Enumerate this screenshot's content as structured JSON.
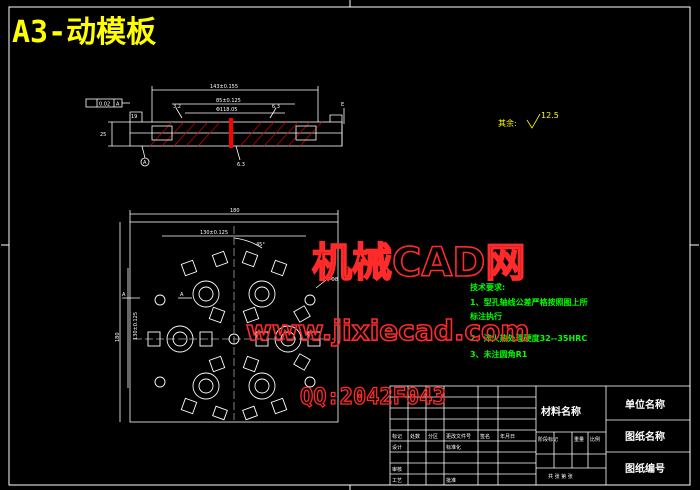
{
  "title": "A3-动模板",
  "top_view": {
    "dim_overall": "143±0.155",
    "dim_mid1": "85±0.125",
    "dim_mid2": "Φ118.05",
    "dim_left": "19",
    "dim_height": "25",
    "tol_box": "0.02",
    "datum": "A",
    "surface_mark": "6.3",
    "finish_left": "3.2",
    "finish_right": "6.3",
    "right_mark": "E"
  },
  "other_finish": {
    "label": "其余:",
    "value": "12.5"
  },
  "plan_view": {
    "width_dim": "180",
    "inner_dim": "130±0.125",
    "angle": "45°",
    "height_dim": "180",
    "inner_height_dim": "130±0.125",
    "hole_note": "4-Φ8",
    "section_mark": "A"
  },
  "notes": {
    "heading": "技术要求:",
    "items": [
      "1、型孔轴线公差严格按照图上所",
      "标注执行",
      "2、淬火热处理硬度32--35HRC",
      "3、未注圆角R1"
    ]
  },
  "watermark": {
    "brand": "机械CAD网",
    "site": "www.jixiecad.com",
    "qq": "QQ:2042F043"
  },
  "title_block": {
    "material_label": "材料名称",
    "company_label": "单位名称",
    "drawing_name_label": "图纸名称",
    "drawing_no_label": "图纸编号",
    "row_labels": [
      "标记",
      "处数",
      "分区",
      "更改文件号",
      "签名",
      "年月日"
    ],
    "design_label": "设计",
    "standard_label": "标准化",
    "stage_label": "阶段标记",
    "weight_label": "重量",
    "scale_label": "比例",
    "check_label": "审核",
    "process_label": "工艺",
    "approve_label": "批准",
    "sheets_label": "共 张 第 张"
  }
}
